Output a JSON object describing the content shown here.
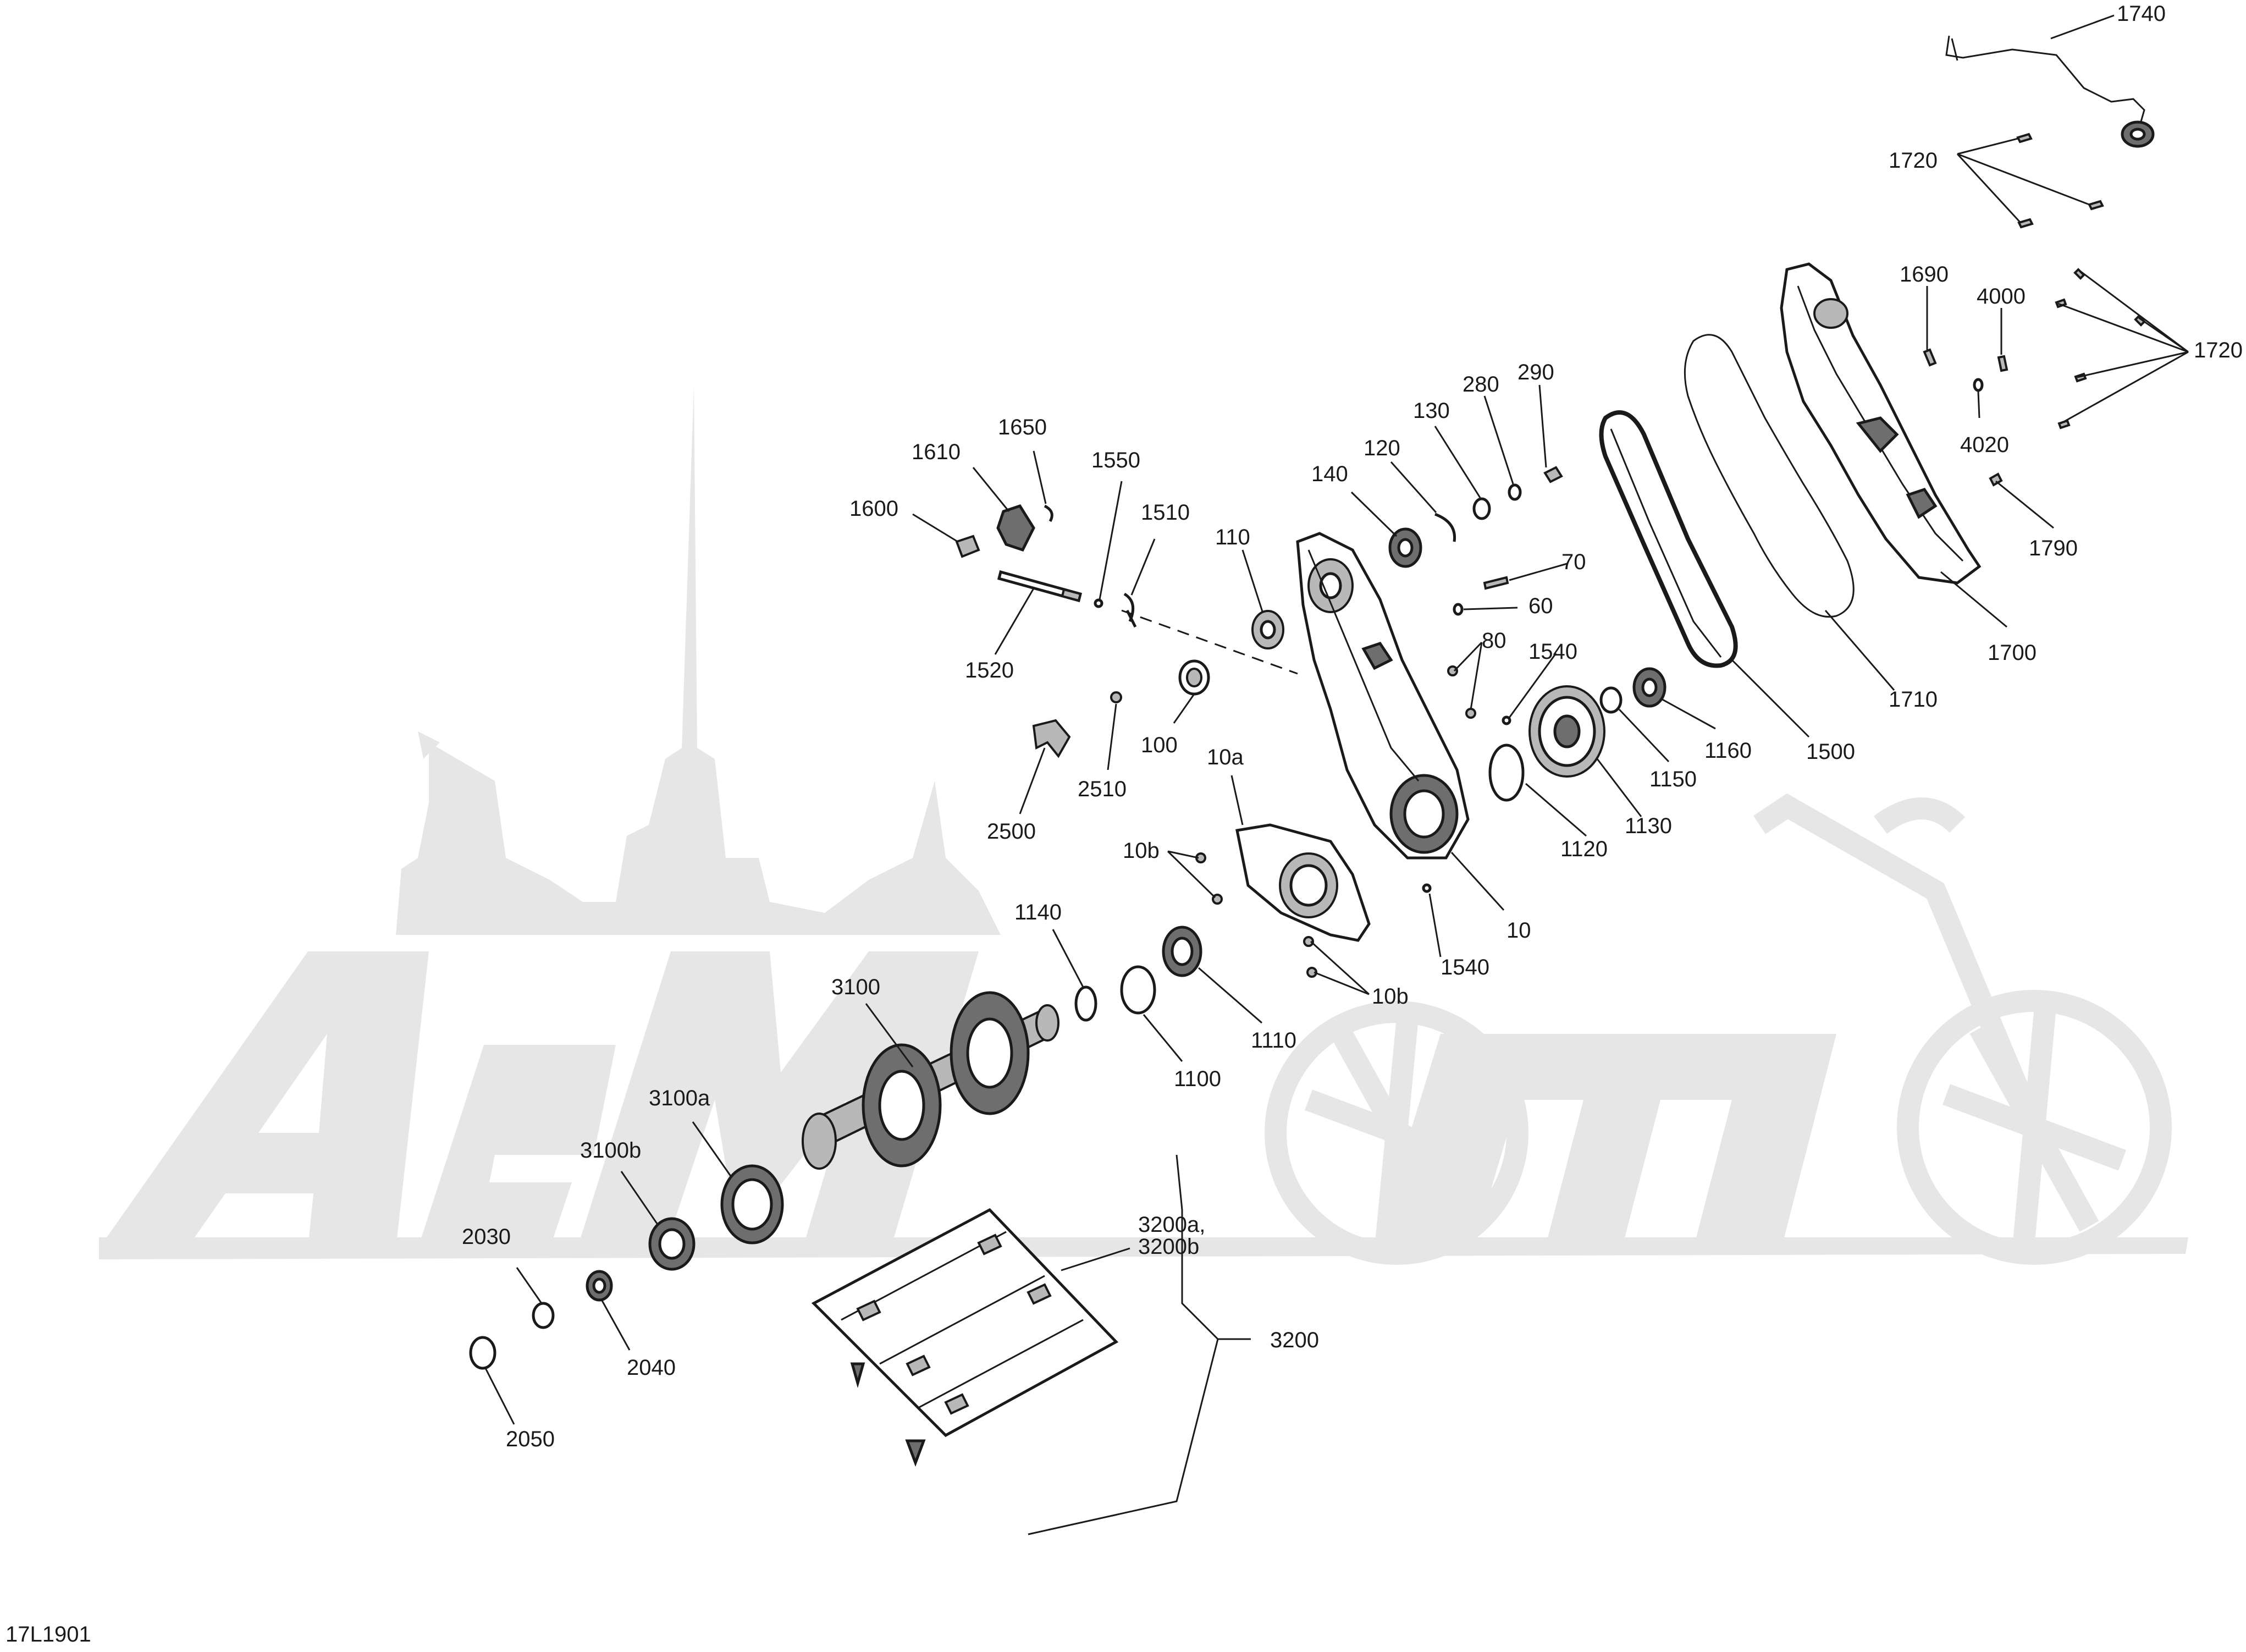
{
  "figure_code": "17L1901",
  "watermark_text": "AeMoto",
  "labels": {
    "l1740": "1740",
    "l1720a": "1720",
    "l1720b": "1720",
    "l1690": "1690",
    "l4000": "4000",
    "l4020": "4020",
    "l1790": "1790",
    "l1700": "1700",
    "l1710": "1710",
    "l1500": "1500",
    "l1160": "1160",
    "l1150": "1150",
    "l1130": "1130",
    "l1120": "1120",
    "l1540a": "1540",
    "l1540b": "1540",
    "l80": "80",
    "l70": "70",
    "l60": "60",
    "l290": "290",
    "l280": "280",
    "l130": "130",
    "l120": "120",
    "l140": "140",
    "l110": "110",
    "l100": "100",
    "l10": "10",
    "l10a": "10a",
    "l10b_1": "10b",
    "l10b_2": "10b",
    "l1650": "1650",
    "l1610": "1610",
    "l1600": "1600",
    "l1550": "1550",
    "l1510": "1510",
    "l1520": "1520",
    "l2510": "2510",
    "l2500": "2500",
    "l1140": "1140",
    "l1100": "1100",
    "l1110": "1110",
    "l3100": "3100",
    "l3100a": "3100a",
    "l3100b": "3100b",
    "l3200a_1": "3200a,",
    "l3200a_2": "3200b",
    "l3200": "3200",
    "l2030": "2030",
    "l2040": "2040",
    "l2050": "2050"
  }
}
